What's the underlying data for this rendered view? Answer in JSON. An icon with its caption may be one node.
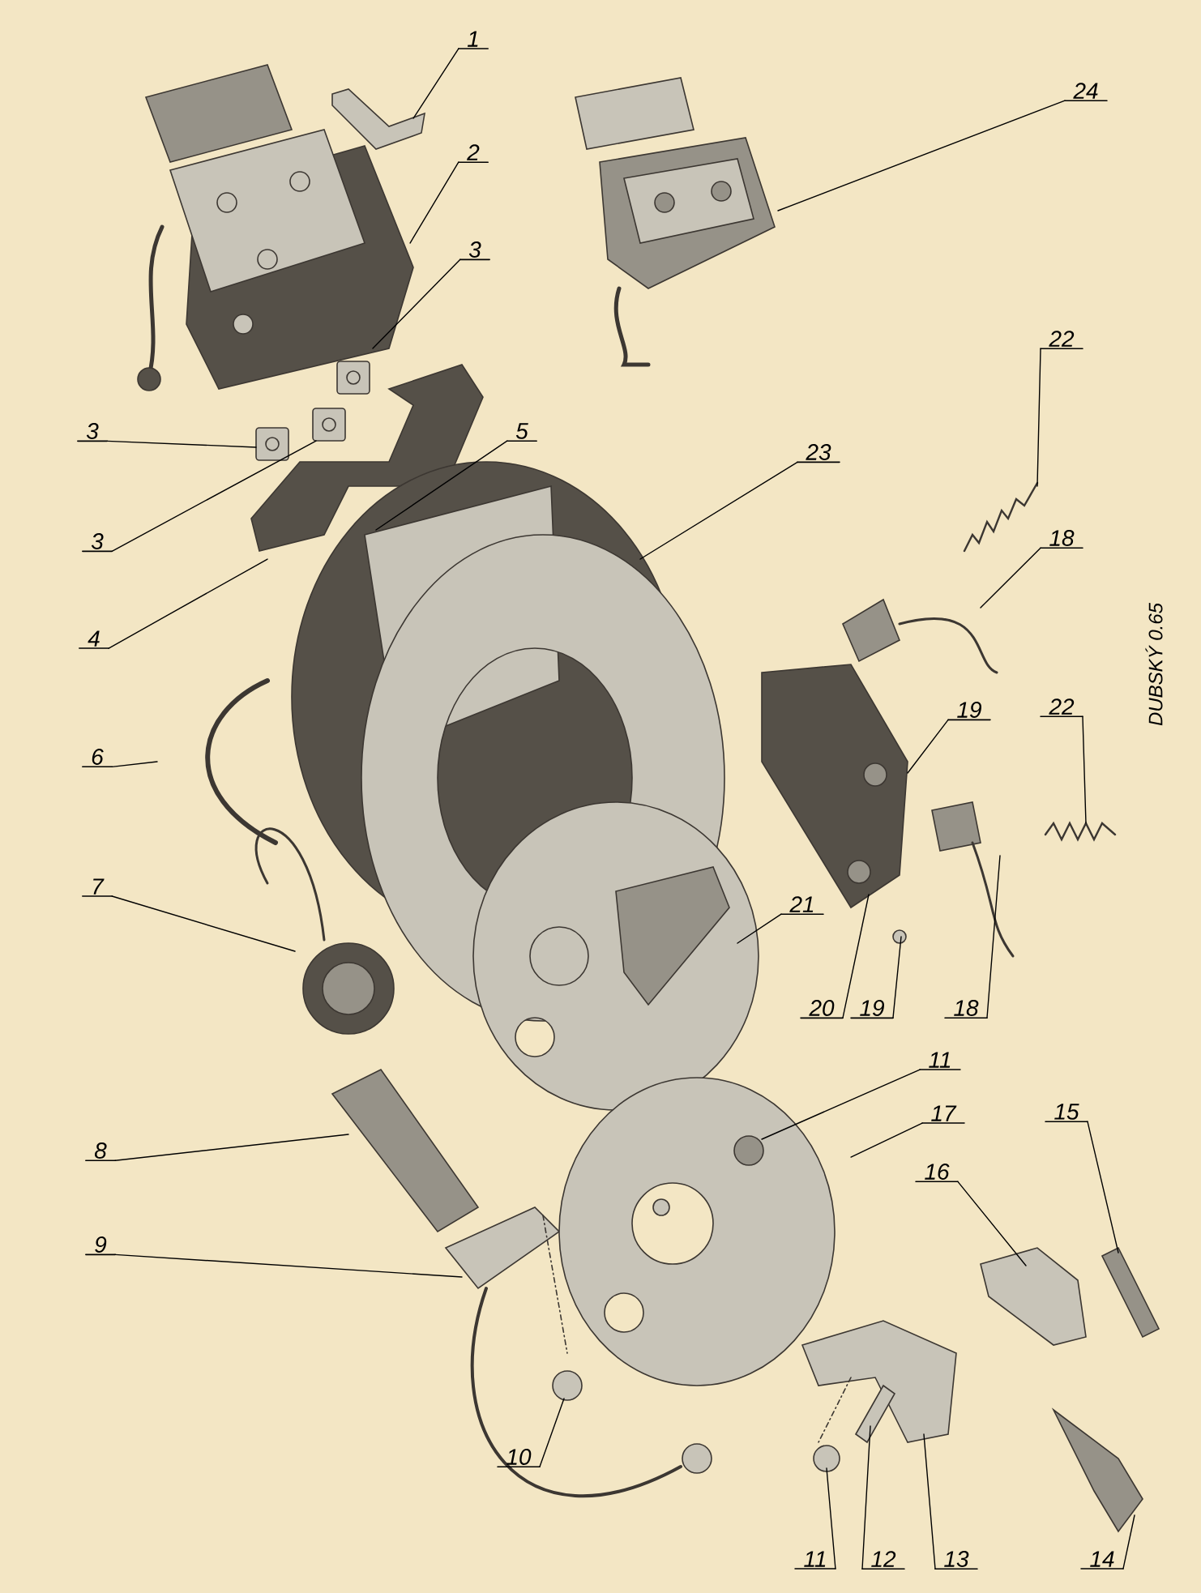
{
  "diagram": {
    "nodes": [
      {
        "text": [
          "1"
        ]
      },
      {
        "text": [
          "24"
        ]
      },
      {
        "text": [
          "2"
        ]
      },
      {
        "text": [
          "3"
        ]
      },
      {
        "text": [
          "22"
        ]
      },
      {
        "text": [
          "3"
        ]
      },
      {
        "text": [
          "5"
        ]
      },
      {
        "text": [
          "23"
        ]
      },
      {
        "text": [
          "18"
        ]
      },
      {
        "text": [
          "3"
        ]
      },
      {
        "text": [
          "4"
        ]
      },
      {
        "text": [
          "22"
        ]
      },
      {
        "text": [
          "19"
        ]
      },
      {
        "text": [
          "6"
        ]
      },
      {
        "text": [
          "7"
        ]
      },
      {
        "text": [
          "21"
        ]
      },
      {
        "text": [
          "20"
        ]
      },
      {
        "text": [
          "19"
        ]
      },
      {
        "text": [
          "18"
        ]
      },
      {
        "text": [
          "11"
        ]
      },
      {
        "text": [
          "17"
        ]
      },
      {
        "text": [
          "15"
        ]
      },
      {
        "text": [
          "8"
        ]
      },
      {
        "text": [
          "16"
        ]
      },
      {
        "text": [
          "9"
        ]
      },
      {
        "text": [
          "10"
        ]
      },
      {
        "text": [
          "11"
        ]
      },
      {
        "text": [
          "12"
        ]
      },
      {
        "text": [
          "13"
        ]
      },
      {
        "text": [
          "14"
        ]
      }
    ],
    "edges": [
      {
        "from": 0,
        "to": null,
        "arrow": "none"
      },
      {
        "from": 1,
        "to": null,
        "arrow": "none"
      },
      {
        "from": 2,
        "to": null,
        "arrow": "none"
      },
      {
        "from": 3,
        "to": null,
        "arrow": "none"
      },
      {
        "from": 4,
        "to": null,
        "arrow": "none"
      },
      {
        "from": 5,
        "to": null,
        "arrow": "none"
      },
      {
        "from": 6,
        "to": null,
        "arrow": "none"
      },
      {
        "from": 7,
        "to": null,
        "arrow": "none"
      },
      {
        "from": 8,
        "to": null,
        "arrow": "none"
      },
      {
        "from": 9,
        "to": null,
        "arrow": "none"
      },
      {
        "from": 10,
        "to": null,
        "arrow": "none"
      },
      {
        "from": 11,
        "to": null,
        "arrow": "none"
      },
      {
        "from": 12,
        "to": null,
        "arrow": "none"
      },
      {
        "from": 13,
        "to": null,
        "arrow": "none"
      },
      {
        "from": 14,
        "to": null,
        "arrow": "none"
      },
      {
        "from": 15,
        "to": null,
        "arrow": "none"
      },
      {
        "from": 16,
        "to": null,
        "arrow": "none"
      },
      {
        "from": 17,
        "to": null,
        "arrow": "none"
      },
      {
        "from": 18,
        "to": null,
        "arrow": "none"
      },
      {
        "from": 19,
        "to": null,
        "arrow": "none"
      },
      {
        "from": 20,
        "to": null,
        "arrow": "none"
      },
      {
        "from": 21,
        "to": null,
        "arrow": "none"
      },
      {
        "from": 22,
        "to": null,
        "arrow": "none"
      },
      {
        "from": 23,
        "to": null,
        "arrow": "none"
      },
      {
        "from": 24,
        "to": null,
        "arrow": "none"
      },
      {
        "from": 25,
        "to": null,
        "arrow": "none"
      },
      {
        "from": 26,
        "to": null,
        "arrow": "none"
      },
      {
        "from": 27,
        "to": null,
        "arrow": "none"
      },
      {
        "from": 28,
        "to": null,
        "arrow": "none"
      },
      {
        "from": 29,
        "to": null,
        "arrow": "none"
      }
    ],
    "labels": [
      "DUBSKÝ 0.65"
    ]
  }
}
